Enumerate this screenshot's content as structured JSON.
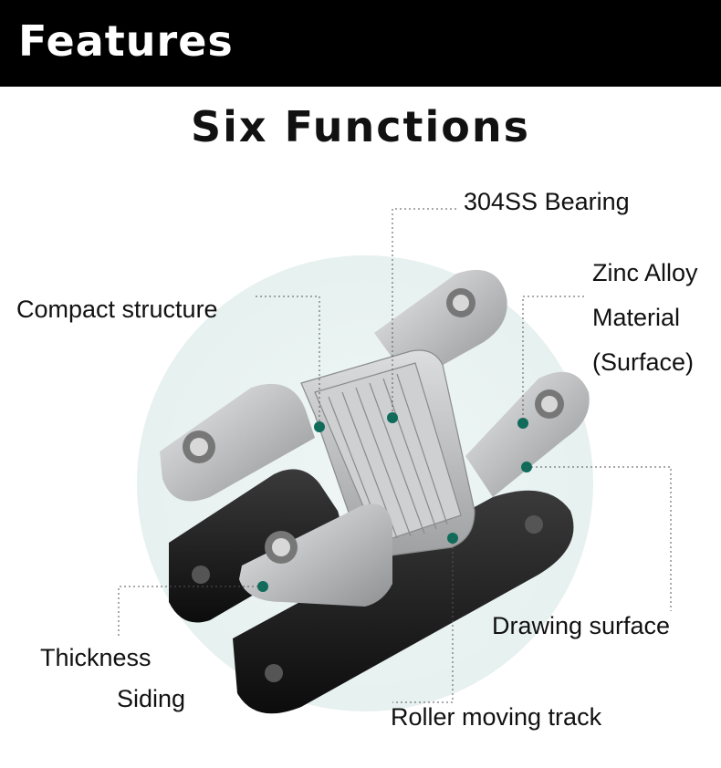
{
  "header": {
    "title": "Features"
  },
  "subtitle": "Six Functions",
  "labels": {
    "bearing": "304SS Bearing",
    "compact": "Compact structure",
    "zinc_line1": "Zinc Alloy",
    "zinc_line2": "Material",
    "zinc_line3": "(Surface)",
    "drawing": "Drawing surface",
    "thickness": "Thickness",
    "siding": "Siding",
    "roller": "Roller moving track"
  },
  "colors": {
    "banner": "#000000",
    "marker": "#0f6b5a",
    "metal": "#c9cacb",
    "black_part": "#1b1b1b"
  }
}
